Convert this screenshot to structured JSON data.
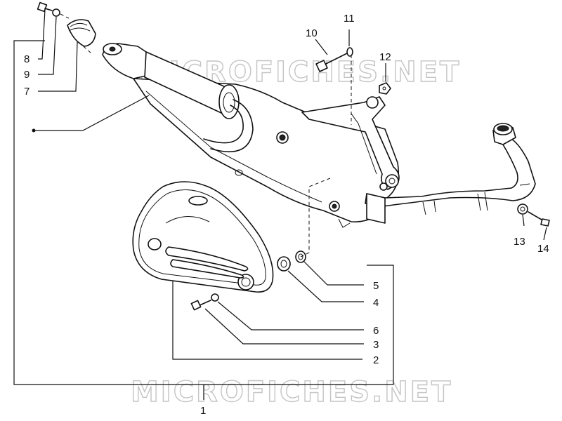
{
  "watermarks": [
    "MICROFICHES.NET",
    "MICROFICHES.NET"
  ],
  "callouts": {
    "c1": "1",
    "c2": "2",
    "c3": "3",
    "c4": "4",
    "c5": "5",
    "c6": "6",
    "c7": "7",
    "c8": "8",
    "c9": "9",
    "c10": "10",
    "c11": "11",
    "c12": "12",
    "c13": "13",
    "c14": "14"
  }
}
